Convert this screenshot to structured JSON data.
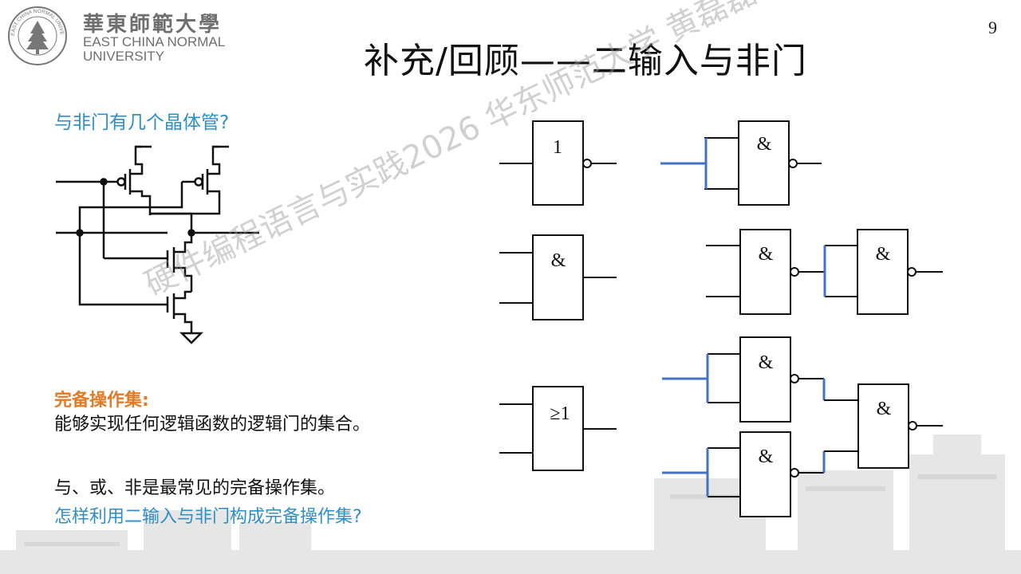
{
  "header": {
    "logo_seal_text": "EAST CHINA NORMAL UNIVERSITY",
    "logo_cn": "華東師範大學",
    "logo_en_line1": "EAST CHINA NORMAL",
    "logo_en_line2": "UNIVERSITY",
    "page_number": "9"
  },
  "title": "补充/回顾——二输入与非门",
  "left": {
    "question_transistors": "与非门有几个晶体管?",
    "complete_set_title": "完备操作集:",
    "complete_set_desc": "能够实现任何逻辑函数的逻辑门的集合。",
    "common_sets": "与、或、非是最常见的完备操作集。",
    "question_build": "怎样利用二输入与非门构成完备操作集?"
  },
  "gates": {
    "not_label": "1",
    "and_label": "&",
    "or_label": "≥1",
    "nand_label": "&"
  },
  "watermark": "硬件编程语言与实践2026 华东师范大学 黄磊磊",
  "colors": {
    "accent_blue": "#2e8fc6",
    "accent_orange": "#e07b27",
    "wire_blue": "#4472c4"
  }
}
